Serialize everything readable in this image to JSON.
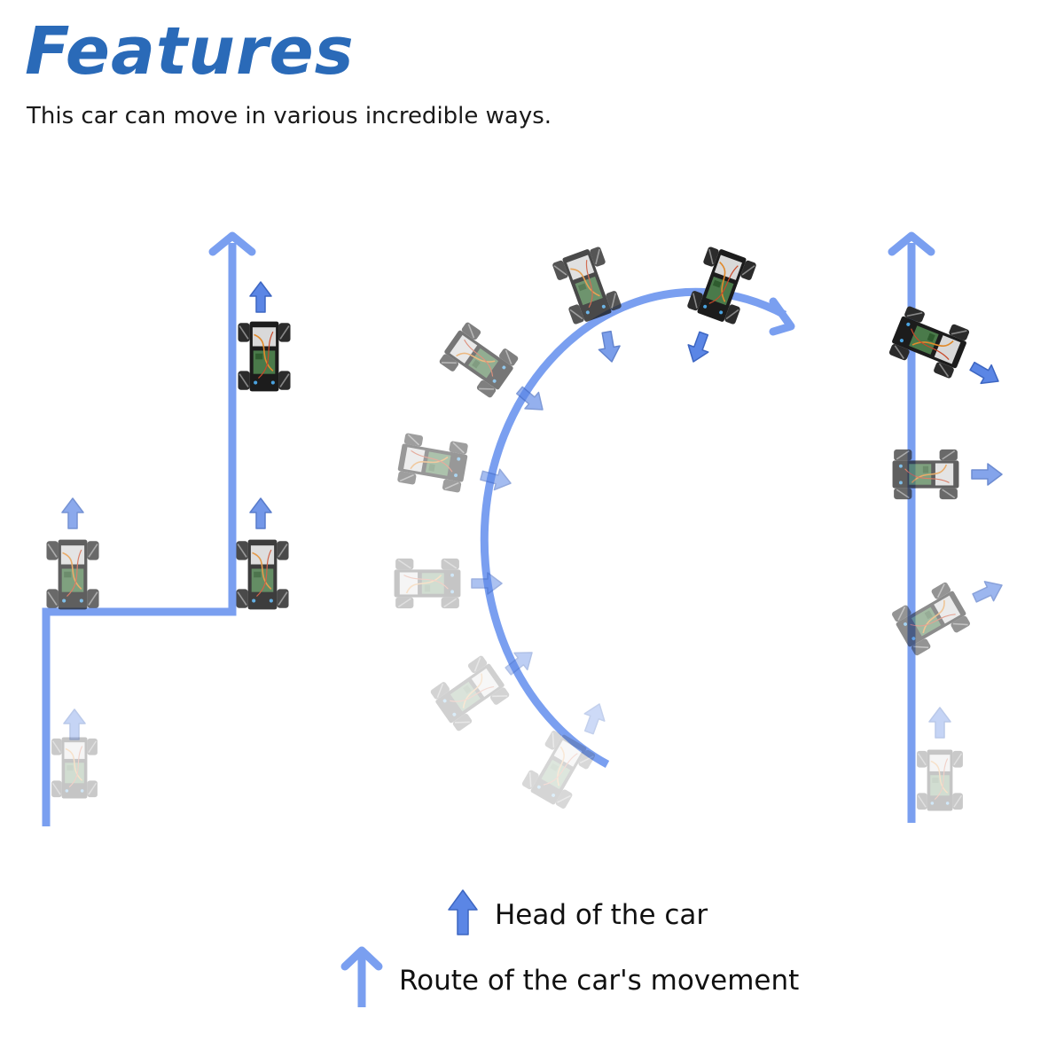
{
  "header": {
    "title": "Features",
    "subtitle": "This car can move in various incredible ways."
  },
  "legend": {
    "head_label": "Head of the car",
    "route_label": "Route of the car's movement"
  },
  "colors": {
    "title": "#2a6ab8",
    "route": "#7a9ff0",
    "head_arrow": "#5b86e5",
    "car_body": "#222222",
    "wheel": "#333333",
    "board": "#4a7a4a"
  },
  "icons": {
    "head_arrow": "head-arrow-icon",
    "route_arrow": "route-arrow-icon",
    "car": "mecanum-car-icon"
  }
}
